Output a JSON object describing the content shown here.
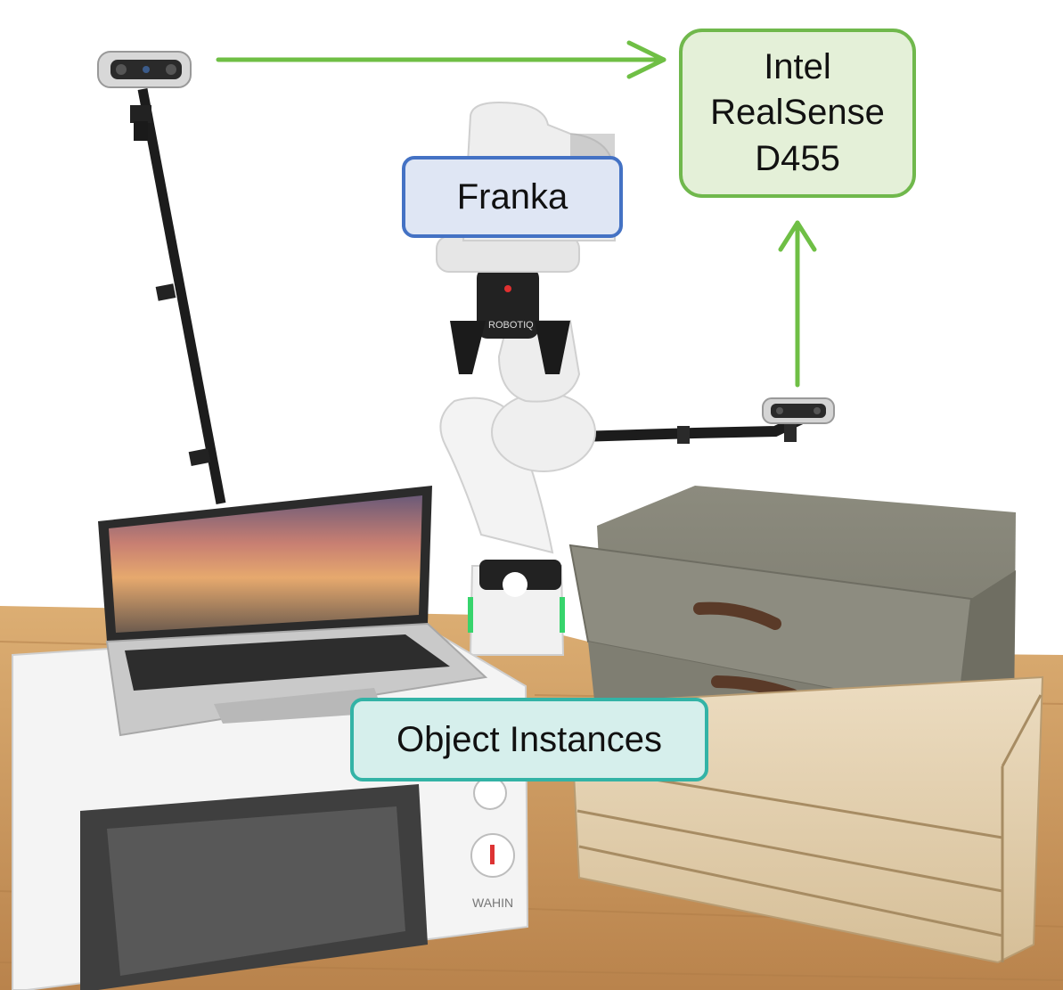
{
  "labels": {
    "robot": "Franka",
    "camera": "Intel\nRealSense\nD455",
    "objects": "Object Instances"
  },
  "product_marks": {
    "gripper_brand": "ROBOTIQ",
    "microwave_brand": "WAHIN"
  },
  "colors": {
    "robot_label_border": "#4472c4",
    "robot_label_fill": "#dfe6f4",
    "camera_label_border": "#70b84c",
    "camera_label_fill": "#e4f0d8",
    "objects_label_border": "#33b3a6",
    "objects_label_fill": "#d6efec",
    "arrow": "#6fbf45",
    "table": "#c9955c"
  }
}
